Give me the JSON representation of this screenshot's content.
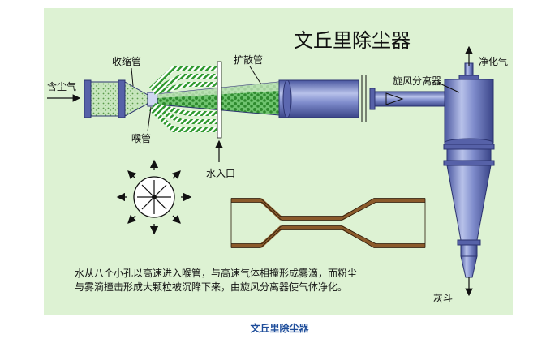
{
  "diagram": {
    "title": "文丘里除尘器",
    "labels": {
      "inlet_gas": "含尘气",
      "contraction": "收缩管",
      "throat": "喉管",
      "diffuser": "扩散管",
      "water_inlet": "水入口",
      "cyclone": "旋风分离器",
      "clean_gas": "净化气",
      "ash_hopper": "灰斗"
    },
    "description": [
      "水从八个小孔以高速进入喉管，与高速气体相撞形成雾滴，而粉尘",
      "与雾滴撞击形成大颗粒被沉降下来，由旋风分离器使气体净化。"
    ]
  },
  "caption": "文丘里除尘器",
  "colors": {
    "background": "#ddf2d3",
    "pipe": "#6c7cc0",
    "pipe_dark": "#3d4a8c",
    "green": "#3a9a3a",
    "dust": "#b9dcb0",
    "duct_section": "#8b5a2b",
    "caption": "#1f4e9b"
  }
}
